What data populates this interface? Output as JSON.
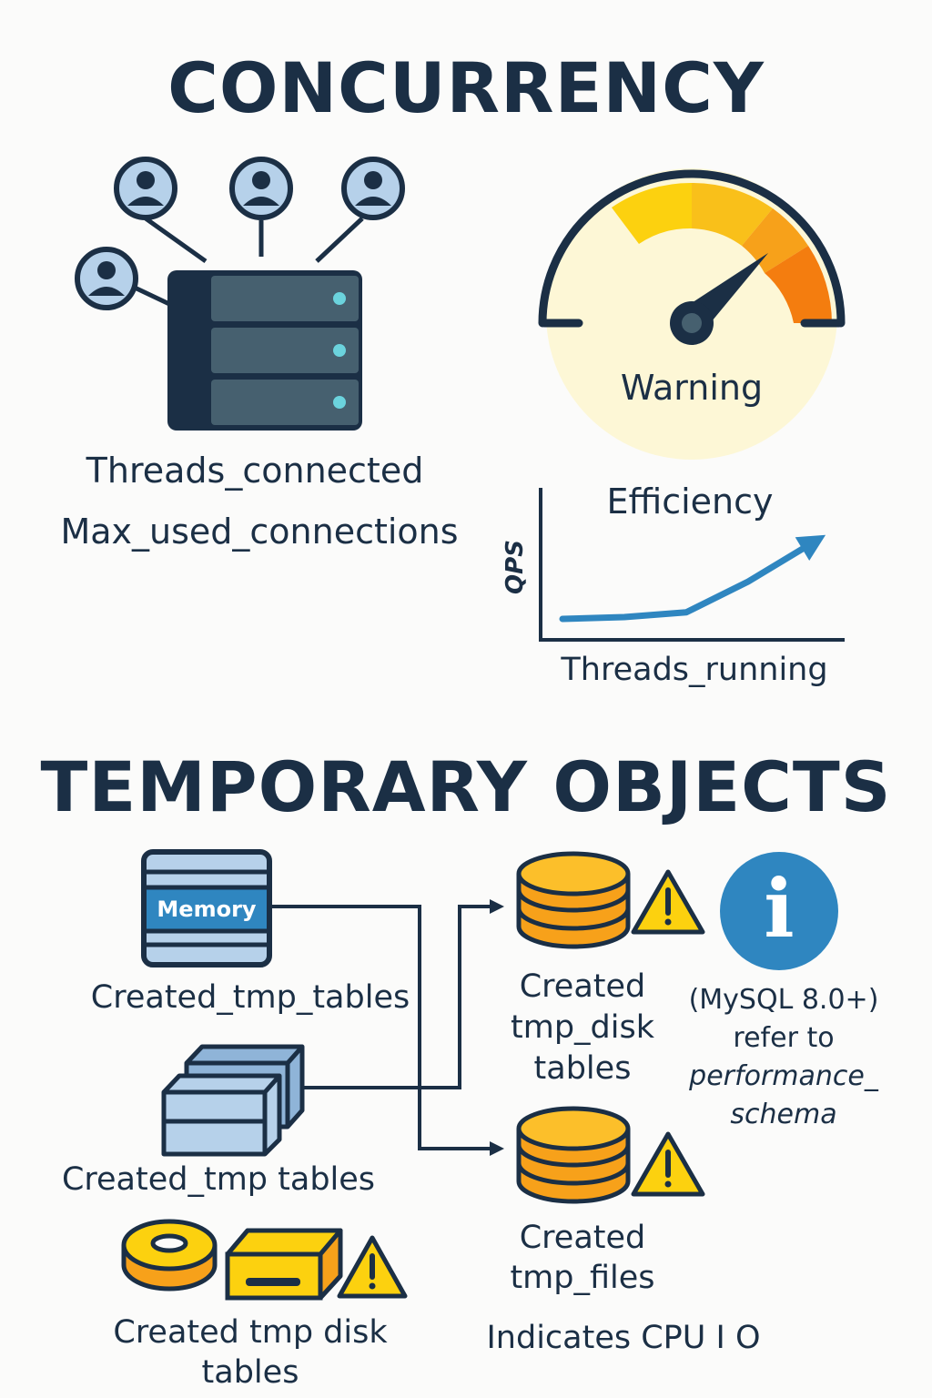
{
  "concurrency": {
    "title": "CONCURRENCY",
    "server_label_1": "Threads_connected",
    "server_label_2": "Max_used_connections",
    "gauge_label": "Warning",
    "chart": {
      "title": "Efficiency",
      "ylabel": "QPS",
      "xlabel": "Threads_running"
    }
  },
  "temporary": {
    "title": "TEMPORARY OBJECTS",
    "memory_label": "Memory",
    "memory_caption": "Created_tmp_tables",
    "stack_caption": "Created_tmp  tables",
    "disk_caption_line1": "Created tmp disk",
    "disk_caption_line2": "tables",
    "db1_caption_line1": "Created",
    "db1_caption_line2": "tmp_disk",
    "db1_caption_line3": "tables",
    "db2_caption_line1": "Created",
    "db2_caption_line2": "tmp_files",
    "indicates": "Indicates CPU I O",
    "info_line1": "(MySQL 8.0+)",
    "info_line2": "refer to",
    "info_line3": "performance_",
    "info_line4": "schema",
    "info_icon_glyph": "i"
  },
  "colors": {
    "navy": "#1b2f45",
    "steel": "#46606f",
    "light_blue": "#b6d1ea",
    "blue": "#2f86c0",
    "orange": "#f7a11a",
    "yellow": "#fcd10f",
    "gauge_bg": "#fdf7d6"
  },
  "chart_data": {
    "type": "line",
    "title": "Efficiency",
    "xlabel": "Threads_running",
    "ylabel": "QPS",
    "x": [
      0,
      1,
      2,
      3,
      4
    ],
    "series": [
      {
        "values": [
          1,
          1.1,
          1.35,
          3,
          5
        ]
      }
    ],
    "grid": false
  }
}
